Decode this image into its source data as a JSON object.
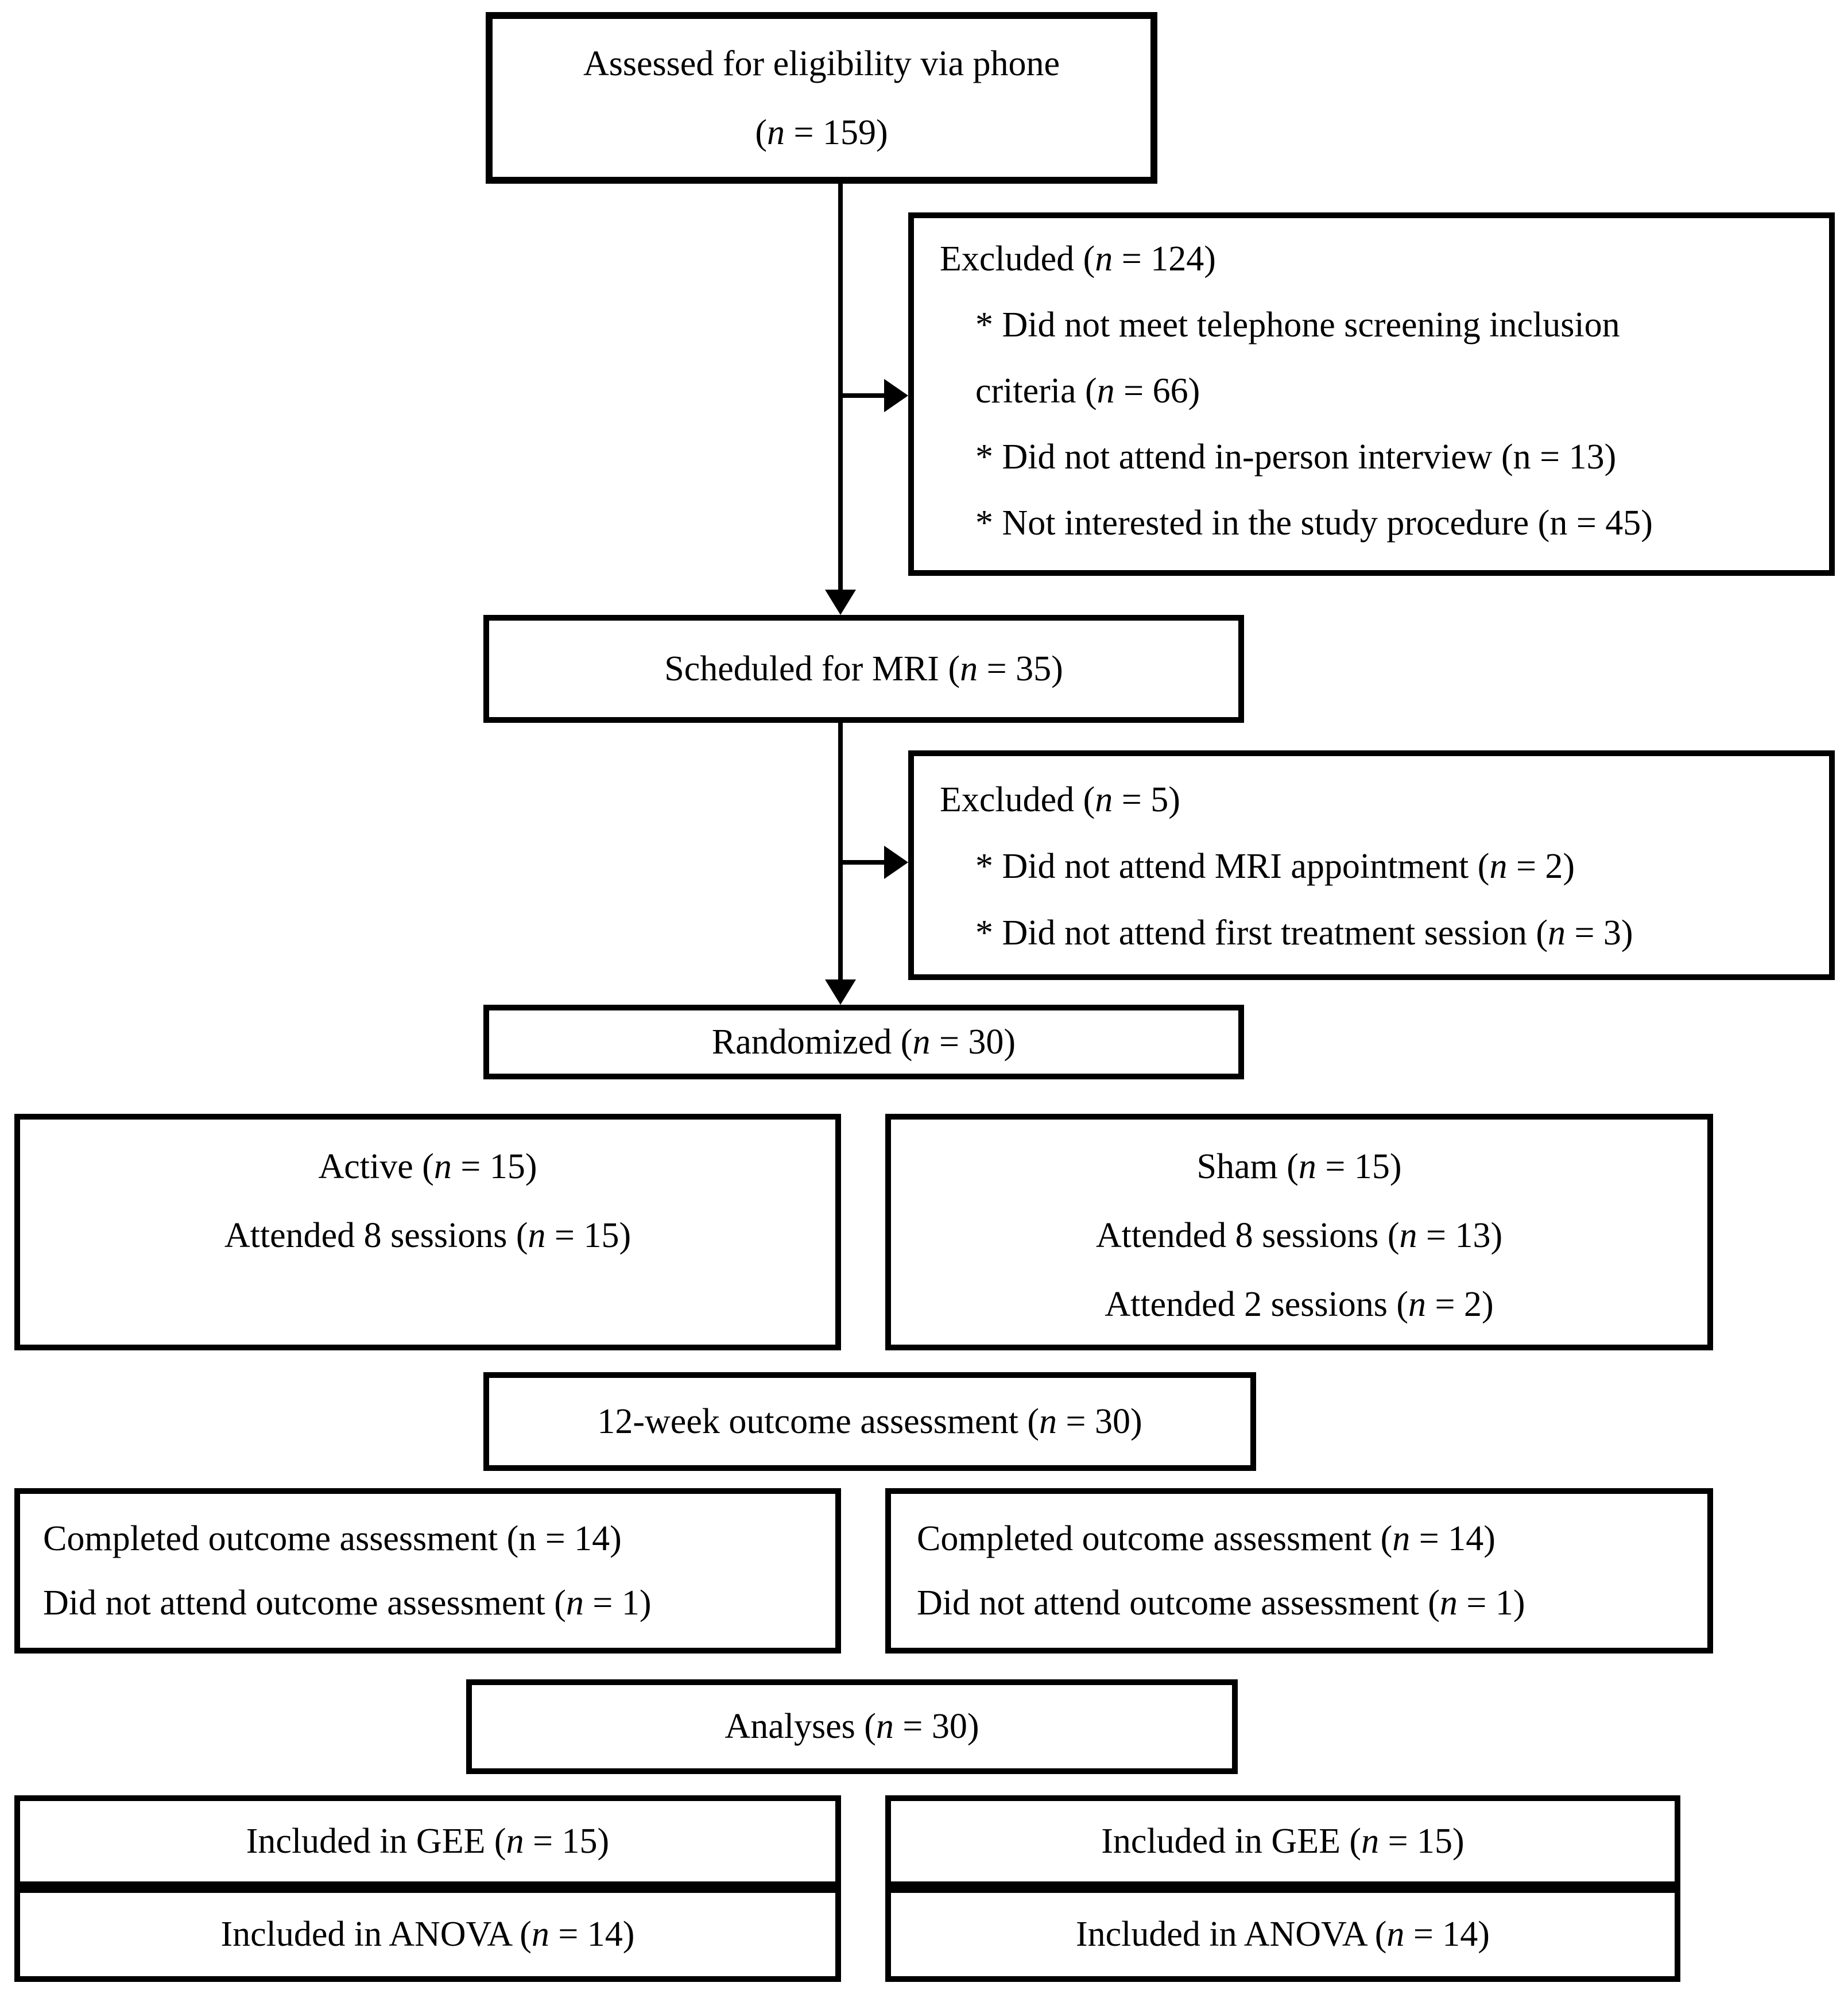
{
  "colors": {
    "border": "#000000",
    "background": "#ffffff",
    "text": "#000000"
  },
  "diagram": {
    "assessed": {
      "lines": [
        "Assessed for eligibility via phone",
        "(n = 159)"
      ]
    },
    "excluded_phone": {
      "title": "Excluded (n = 124)",
      "items": [
        "* Did not meet telephone screening inclusion",
        "criteria (n = 66)",
        "* Did not attend in-person interview (n = 13)",
        "* Not interested in the study procedure (n = 45)"
      ]
    },
    "scheduled": {
      "text": "Scheduled for MRI (n = 35)"
    },
    "excluded_mri": {
      "title": "Excluded (n = 5)",
      "items": [
        "* Did not attend MRI appointment (n = 2)",
        "* Did not attend first treatment session (n = 3)"
      ]
    },
    "randomized": {
      "text": "Randomized (n = 30)"
    },
    "active_group": {
      "lines": [
        "Active (n = 15)",
        "Attended 8 sessions (n = 15)"
      ]
    },
    "sham_group": {
      "lines": [
        "Sham (n = 15)",
        "Attended 8 sessions (n = 13)",
        "Attended 2 sessions (n = 2)"
      ]
    },
    "outcome": {
      "text": "12-week outcome assessment (n = 30)"
    },
    "completed_active": {
      "lines": [
        "Completed outcome assessment (n = 14)",
        "Did not attend outcome assessment (n = 1)"
      ]
    },
    "completed_sham": {
      "lines": [
        "Completed outcome assessment (n = 14)",
        "Did not attend outcome assessment (n = 1)"
      ]
    },
    "analyses": {
      "text": "Analyses (n = 30)"
    },
    "analysis_active": {
      "gee": "Included in GEE (n = 15)",
      "anova": "Included in ANOVA (n = 14)"
    },
    "analysis_sham": {
      "gee": "Included in GEE (n = 15)",
      "anova": "Included in ANOVA (n = 14)"
    }
  }
}
